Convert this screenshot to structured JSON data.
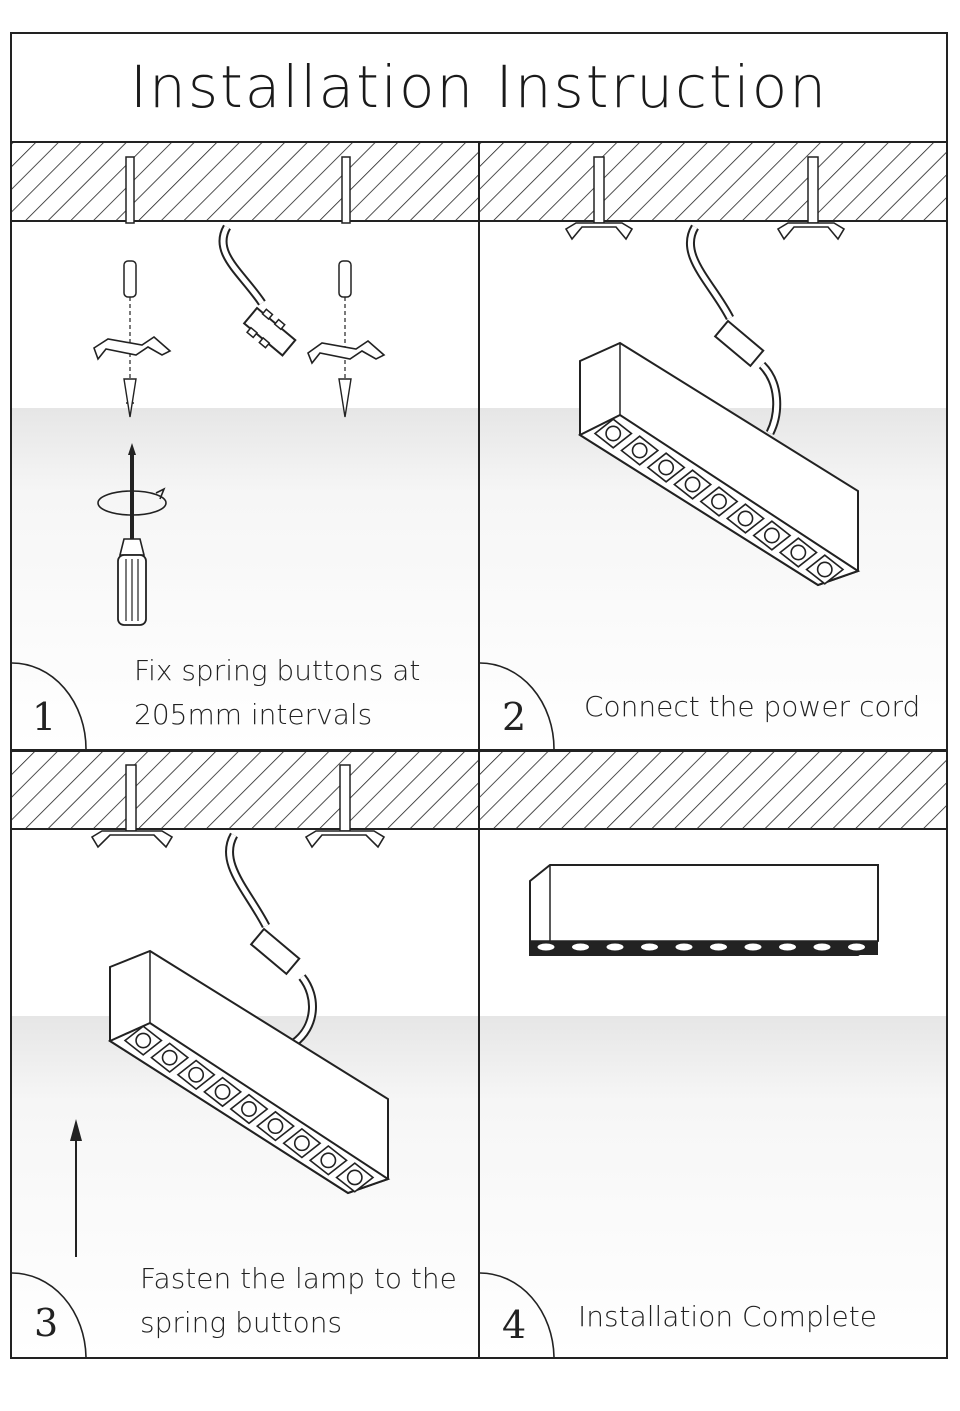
{
  "title": "Installation Instruction",
  "steps": [
    {
      "number": "1",
      "text_line1": "Fix spring buttons at",
      "text_line2": "205mm intervals"
    },
    {
      "number": "2",
      "text_line1": "Connect the power cord",
      "text_line2": ""
    },
    {
      "number": "3",
      "text_line1": "Fasten the lamp to the",
      "text_line2": "spring buttons"
    },
    {
      "number": "4",
      "text_line1": "Installation Complete",
      "text_line2": ""
    }
  ],
  "colors": {
    "line": "#222222",
    "background": "#ffffff",
    "shade": "#ececec"
  }
}
